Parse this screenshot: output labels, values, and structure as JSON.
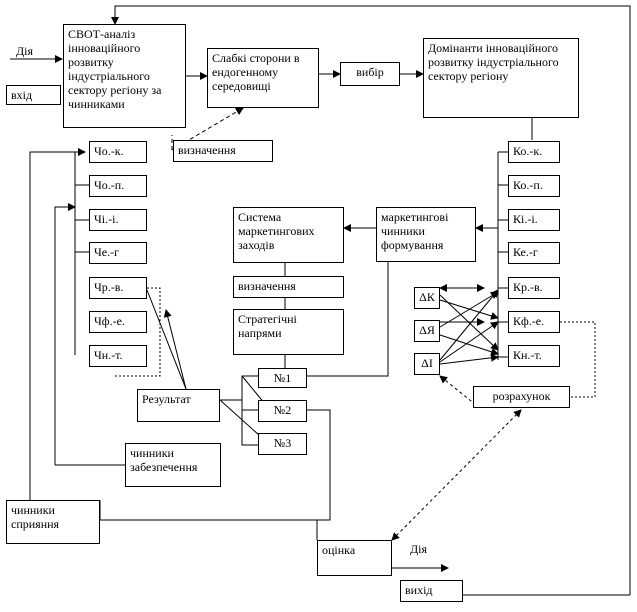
{
  "diagram": {
    "input": {
      "label": "Дія",
      "box": "вхід"
    },
    "swot": "СВОТ-аналіз інноваційного розвитку індустріального сектору регіону за чинниками",
    "weak": "Слабкі сторони в ендогенному середовищі",
    "choice": "вибір",
    "dominants": "Домінанти інноваційного розвитку індустріального сектору регіону",
    "definition_top": "визначення",
    "left_factors": [
      "Чо.-к.",
      "Чо.-п.",
      "Чі.-і.",
      "Че.-г",
      "Чр.-в.",
      "Чф.-е.",
      "Чн.-т."
    ],
    "right_factors": [
      "Ко.-к.",
      "Ко.-п.",
      "Кі.-і.",
      "Ке.-г",
      "Кр.-в.",
      "Кф.-е.",
      "Кн.-т."
    ],
    "marketing_system": "Система маркетингових заходів",
    "marketing_factors": "маркетингові чинники формування",
    "definition_mid": "визначення",
    "strategic": "Стратегічні напрями",
    "directions": [
      "№1",
      "№2",
      "№3"
    ],
    "deltas": [
      "ΔК",
      "ΔЯ",
      "ΔІ"
    ],
    "calculation": "розрахунок",
    "result": "Результат",
    "support": "чинники забезпечення",
    "assist": "чинники сприяння",
    "evaluation": "оцінка",
    "output": {
      "label": "Дія",
      "box": "вихід"
    }
  }
}
